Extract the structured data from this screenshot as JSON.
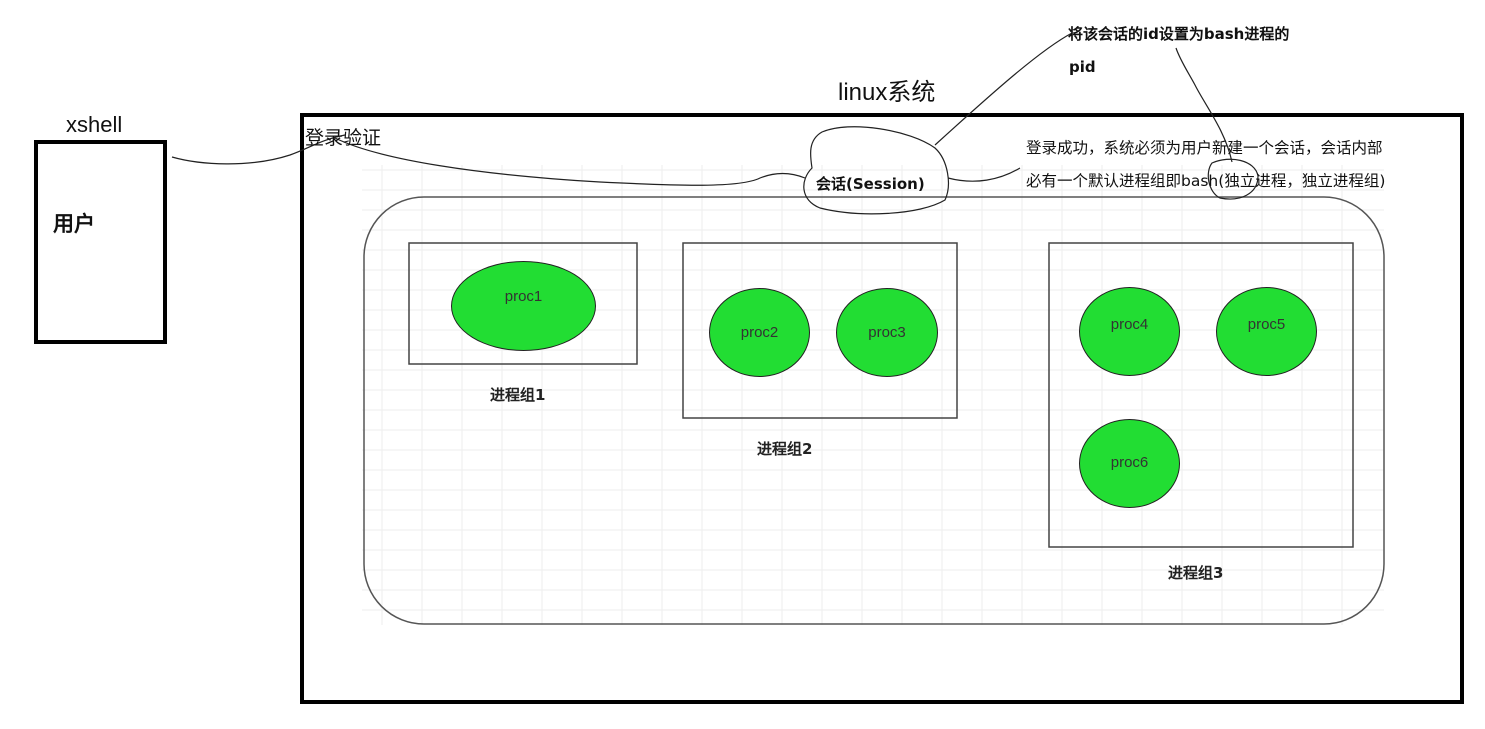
{
  "user_terminal": {
    "title": "xshell",
    "box_label": "用户"
  },
  "system": {
    "title": "linux系统",
    "login_label": "登录验证"
  },
  "annotations": {
    "session_id_note_line1": "将该会话的id设置为bash进程的",
    "session_id_note_line2": "pid",
    "login_note_line1": "登录成功，系统必须为用户新建一个会话，会话内部",
    "login_note_line2_part1": "必有一个默认进程组即",
    "login_note_line2_bash": "bash",
    "login_note_line2_part2": "(独立进程，独立进程组)"
  },
  "session": {
    "label": "会话(Session)"
  },
  "groups": [
    {
      "label": "进程组1",
      "procs": [
        "proc1"
      ]
    },
    {
      "label": "进程组2",
      "procs": [
        "proc2",
        "proc3"
      ]
    },
    {
      "label": "进程组3",
      "procs": [
        "proc4",
        "proc5",
        "proc6"
      ]
    }
  ],
  "colors": {
    "proc_fill": "#22dd33",
    "border": "#000000"
  }
}
